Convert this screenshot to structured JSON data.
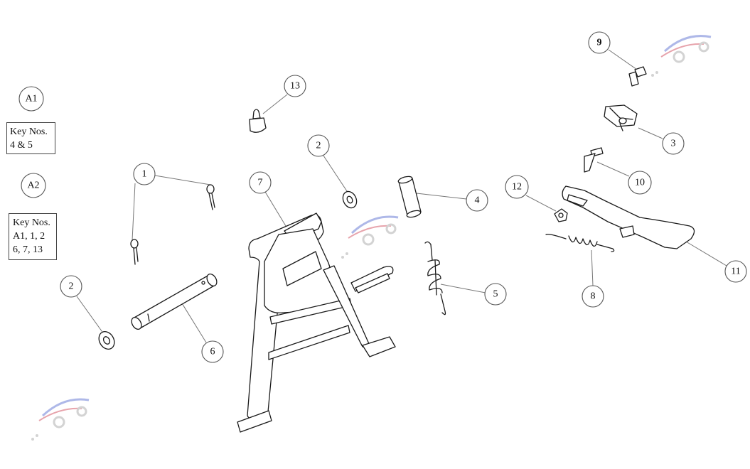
{
  "callouts": {
    "a1": "A1",
    "a2": "A2",
    "c1": "1",
    "c2a": "2",
    "c2b": "2",
    "c3": "3",
    "c4": "4",
    "c5": "5",
    "c6": "6",
    "c7": "7",
    "c8": "8",
    "c9": "9",
    "c10": "10",
    "c11": "11",
    "c12": "12",
    "c13": "13"
  },
  "key_boxes": {
    "box1": {
      "lines": [
        "Key Nos.",
        "4 & 5"
      ]
    },
    "box2": {
      "lines": [
        "Key Nos.",
        "A1, 1, 2",
        "6, 7, 13"
      ]
    }
  },
  "colors": {
    "line": "#1a1a1a",
    "leader": "#777777",
    "watermark_blue": "#6d7fd6",
    "watermark_red": "#d45a6a"
  }
}
